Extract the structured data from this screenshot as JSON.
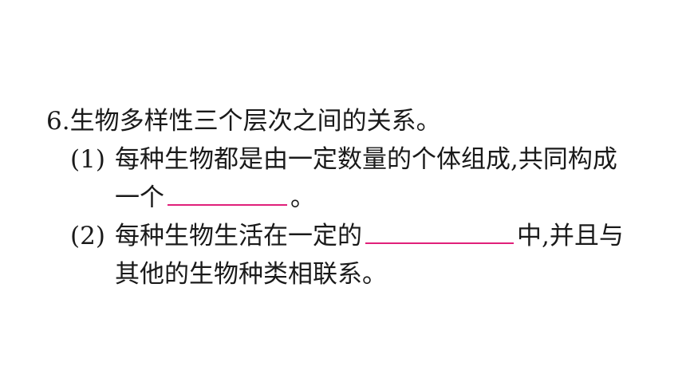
{
  "question": {
    "number": "6.",
    "stem": "生物多样性三个层次之间的关系。",
    "parts": [
      {
        "label": "(1)",
        "line1": "每种生物都是由一定数量的个体组成,共同构成",
        "line2_before": "一个",
        "line2_after": "。"
      },
      {
        "label": "(2)",
        "line1_before": "每种生物生活在一定的",
        "line1_after": "中,并且与",
        "line2": "其他的生物种类相联系。"
      }
    ]
  },
  "colors": {
    "text": "#1a1a1a",
    "blank_underline": "#e0207a",
    "background": "#ffffff"
  }
}
